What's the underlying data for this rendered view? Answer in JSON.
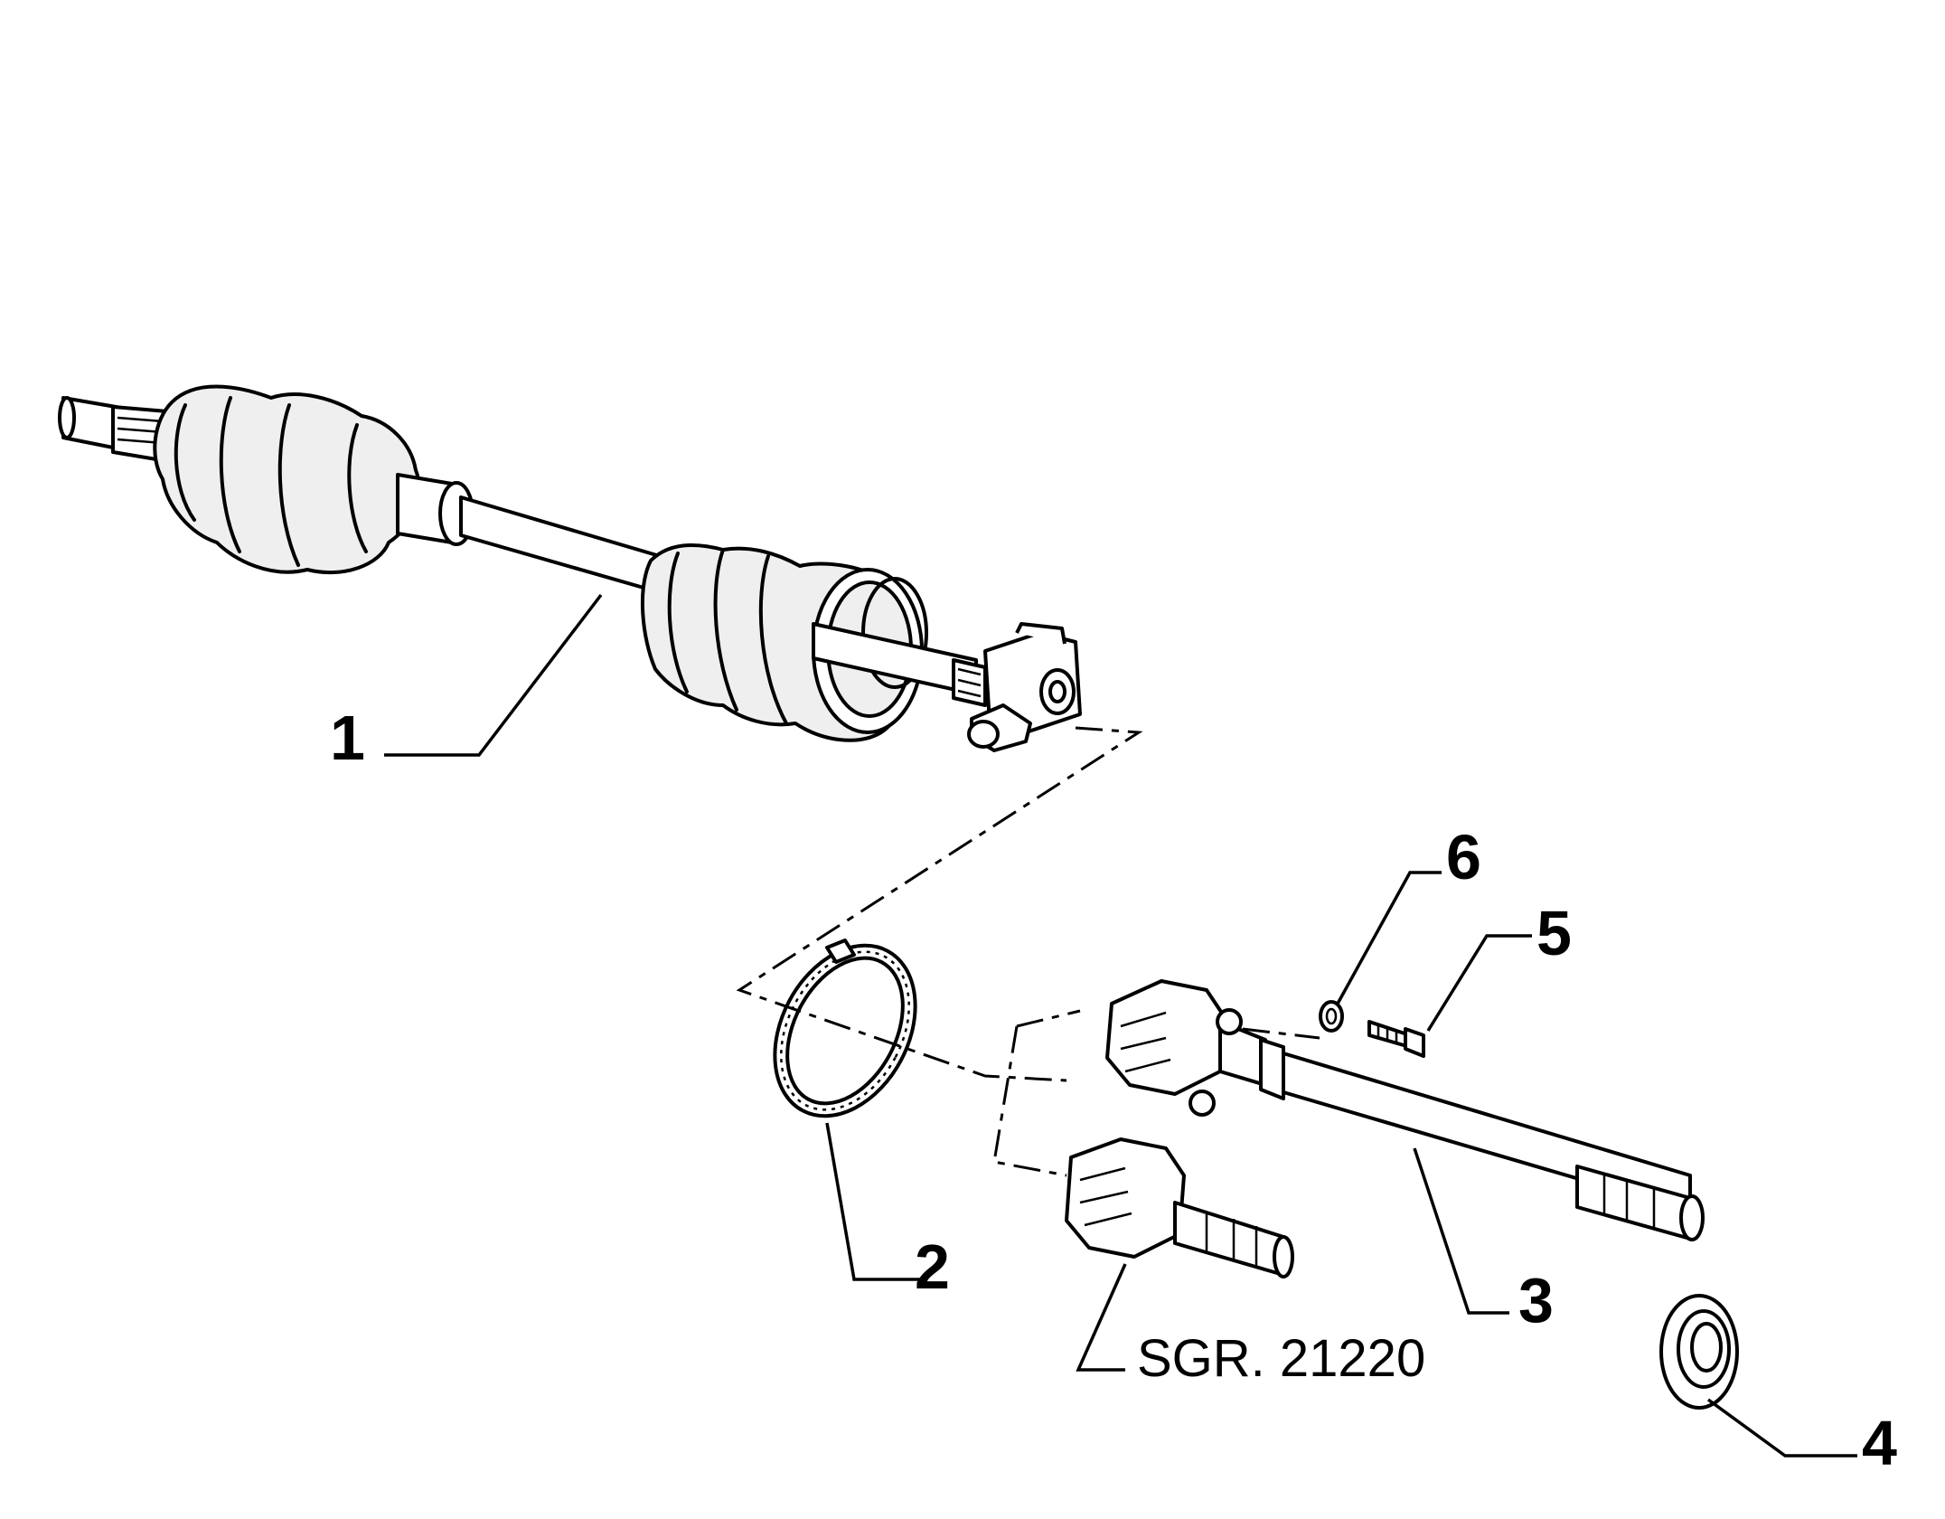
{
  "callouts": {
    "c1": "1",
    "c2": "2",
    "c3": "3",
    "c4": "4",
    "c5": "5",
    "c6": "6",
    "ref": "SGR. 21220"
  }
}
